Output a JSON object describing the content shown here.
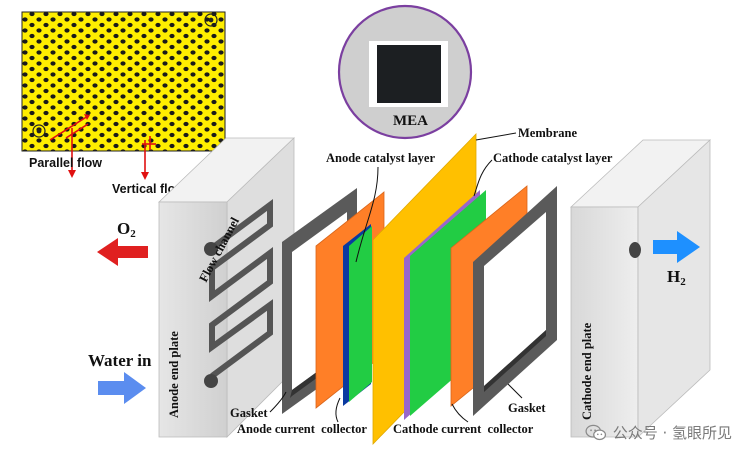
{
  "labels": {
    "parallel_flow": "Parallel flow",
    "vertical_flow": "Vertical flow",
    "mea": "MEA",
    "membrane": "Membrane",
    "anode_catalyst_layer": "Anode catalyst layer",
    "cathode_catalyst_layer": "Cathode catalyst layer",
    "o2": "O",
    "o2_sub": "2",
    "h2": "H",
    "h2_sub": "2",
    "water_in": "Water in",
    "flow_channel": "Flow channel",
    "anode_end_plate": "Anode end plate",
    "cathode_end_plate": "Cathode end plate",
    "gasket_left": "Gasket",
    "gasket_right": "Gasket",
    "anode_current_collector": "Anode current  collector",
    "cathode_current_collector": "Cathode current  collector"
  },
  "watermark": "公众号 · 氢眼所见",
  "colors": {
    "flow_field_yellow": "#ffee00",
    "dot": "#1a1a1a",
    "gasket": "#555555",
    "collector_orange": "#ff7f27",
    "catalyst_green": "#22cc44",
    "anode_blue": "#0a3aa0",
    "cathode_purple": "#9966cc",
    "membrane_yellow": "#ffc000",
    "o2_arrow": "#e02020",
    "h2_arrow": "#1e90ff",
    "water_arrow": "#5b8def",
    "mea_circle": "#cfcfcf",
    "mea_border": "#7b3fa0"
  }
}
